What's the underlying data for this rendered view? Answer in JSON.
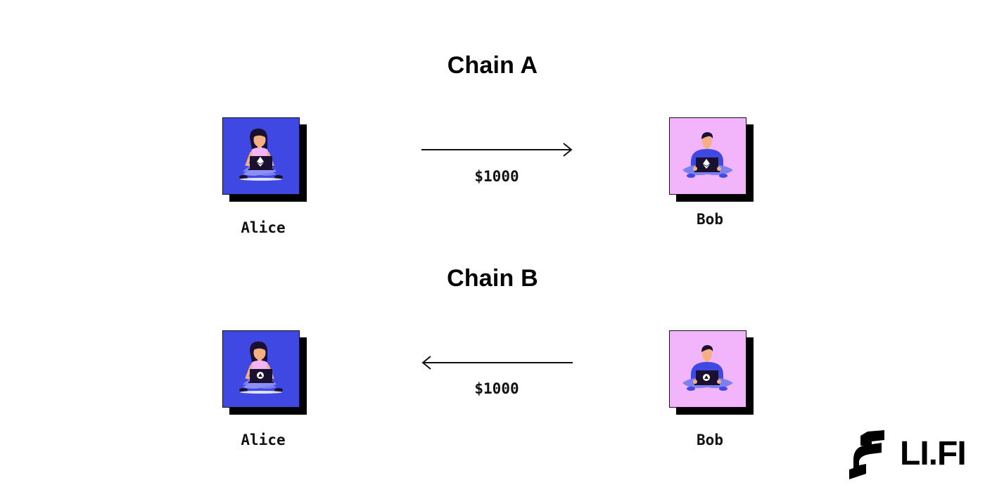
{
  "colors": {
    "alice_bg": "#3f48e2",
    "bob_bg": "#f2b4fb",
    "shadow": "#000000",
    "text": "#000000"
  },
  "chains": [
    {
      "title": "Chain A",
      "sender": "Alice",
      "receiver": "Bob",
      "amount": "$1000",
      "direction": "right",
      "alice_laptop_icon": "ethereum-icon",
      "bob_laptop_icon": "ethereum-icon"
    },
    {
      "title": "Chain B",
      "sender": "Bob",
      "receiver": "Alice",
      "amount": "$1000",
      "direction": "left",
      "alice_laptop_icon": "chain-b-token-icon",
      "bob_laptop_icon": "chain-b-token-icon"
    }
  ],
  "labels": {
    "alice_a": "Alice",
    "bob_a": "Bob",
    "alice_b": "Alice",
    "bob_b": "Bob"
  },
  "logo": {
    "text": "LI.FI",
    "icon": "lifi-logo-icon"
  }
}
